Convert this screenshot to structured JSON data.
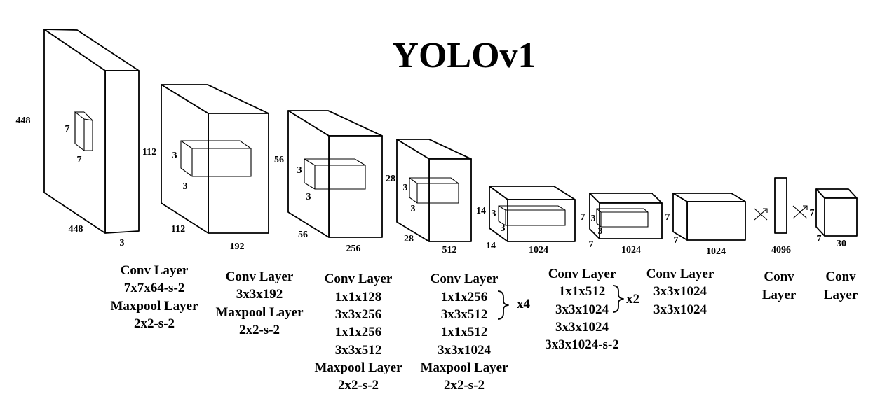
{
  "title": "YOLOv1",
  "blocks": [
    {
      "dims": {
        "height": "448",
        "width": "448",
        "depth": "3"
      },
      "kernel": {
        "w": "7",
        "h": "7"
      },
      "caption": [
        "Conv Layer",
        "7x7x64-s-2",
        "Maxpool Layer",
        "2x2-s-2"
      ]
    },
    {
      "dims": {
        "height": "112",
        "width": "112",
        "depth": "192"
      },
      "kernel": {
        "w": "3",
        "h": "3"
      },
      "caption": [
        "Conv Layer",
        "3x3x192",
        "Maxpool Layer",
        "2x2-s-2"
      ]
    },
    {
      "dims": {
        "height": "56",
        "width": "56",
        "depth": "256"
      },
      "kernel": {
        "w": "3",
        "h": "3"
      },
      "caption": [
        "Conv Layer",
        "1x1x128",
        "3x3x256",
        "1x1x256",
        "3x3x512",
        "Maxpool Layer",
        "2x2-s-2"
      ]
    },
    {
      "dims": {
        "height": "28",
        "width": "28",
        "depth": "512"
      },
      "kernel": {
        "w": "3",
        "h": "3"
      },
      "caption": [
        "Conv Layer",
        "1x1x256",
        "3x3x512",
        "1x1x512",
        "3x3x1024",
        "Maxpool Layer",
        "2x2-s-2"
      ],
      "repeat": "x4"
    },
    {
      "dims": {
        "height": "14",
        "width": "14",
        "depth": "1024"
      },
      "kernel": {
        "w": "3",
        "h": "3"
      },
      "caption": [
        "Conv Layer",
        "1x1x512",
        "3x3x1024",
        "3x3x1024",
        "3x3x1024-s-2"
      ],
      "repeat": "x2"
    },
    {
      "dims": {
        "height": "7",
        "width": "7",
        "depth": "1024"
      },
      "kernel": {
        "w": "3",
        "h": "3"
      },
      "caption": [
        "Conv Layer",
        "3x3x1024",
        "3x3x1024"
      ]
    },
    {
      "dims": {
        "height": "7",
        "width": "7",
        "depth": "1024"
      },
      "caption": [
        "Conv",
        "Layer"
      ]
    },
    {
      "dims": {
        "depth": "4096"
      },
      "caption": [
        "Conv",
        "Layer"
      ]
    },
    {
      "dims": {
        "height": "7",
        "width": "7",
        "depth": "30"
      }
    }
  ]
}
